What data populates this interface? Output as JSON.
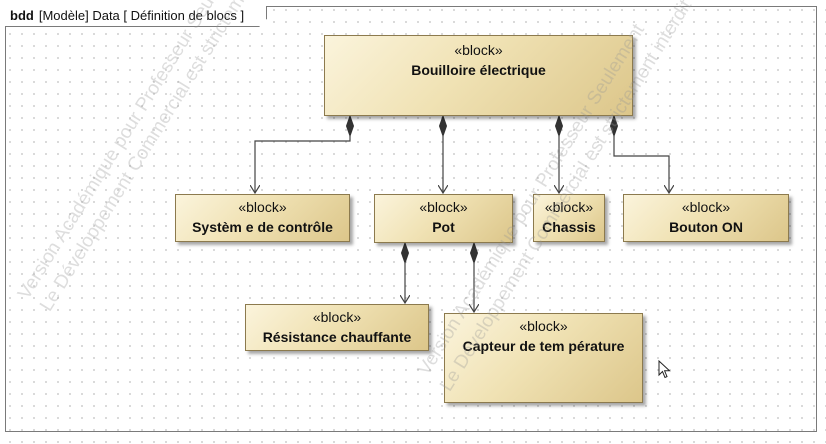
{
  "diagram": {
    "frame": {
      "kind": "bdd",
      "package": "[Modèle]",
      "name": "Data",
      "diagram_type": "[ Définition de blocs ]"
    },
    "stereotype": "«block»",
    "blocks": {
      "bouilloire": {
        "stereotype": "«block»",
        "name": "Bouilloire électrique"
      },
      "systeme": {
        "stereotype": "«block»",
        "name": "Systèm e de contrôle"
      },
      "pot": {
        "stereotype": "«block»",
        "name": "Pot"
      },
      "chassis": {
        "stereotype": "«block»",
        "name": "Chassis"
      },
      "bouton": {
        "stereotype": "«block»",
        "name": "Bouton ON"
      },
      "resistance": {
        "stereotype": "«block»",
        "name": "Résistance chauffante"
      },
      "capteur": {
        "stereotype": "«block»",
        "name": "Capteur de tem pérature"
      }
    },
    "compositions": [
      {
        "whole": "Bouilloire électrique",
        "part": "Systèm e de contrôle"
      },
      {
        "whole": "Bouilloire électrique",
        "part": "Pot"
      },
      {
        "whole": "Bouilloire électrique",
        "part": "Chassis"
      },
      {
        "whole": "Bouilloire électrique",
        "part": "Bouton ON"
      },
      {
        "whole": "Pot",
        "part": "Résistance chauffante"
      },
      {
        "whole": "Pot",
        "part": "Capteur de tem pérature"
      }
    ],
    "watermarks": {
      "academic": "Version Académique pour Professeur Seulement",
      "commercial": "Le Développement Commercial est strictement interdit"
    },
    "colors": {
      "block_fill_light": "#fbf4dc",
      "block_fill_dark": "#dcc68a",
      "block_border": "#8c7a4e",
      "link": "#444444"
    }
  }
}
